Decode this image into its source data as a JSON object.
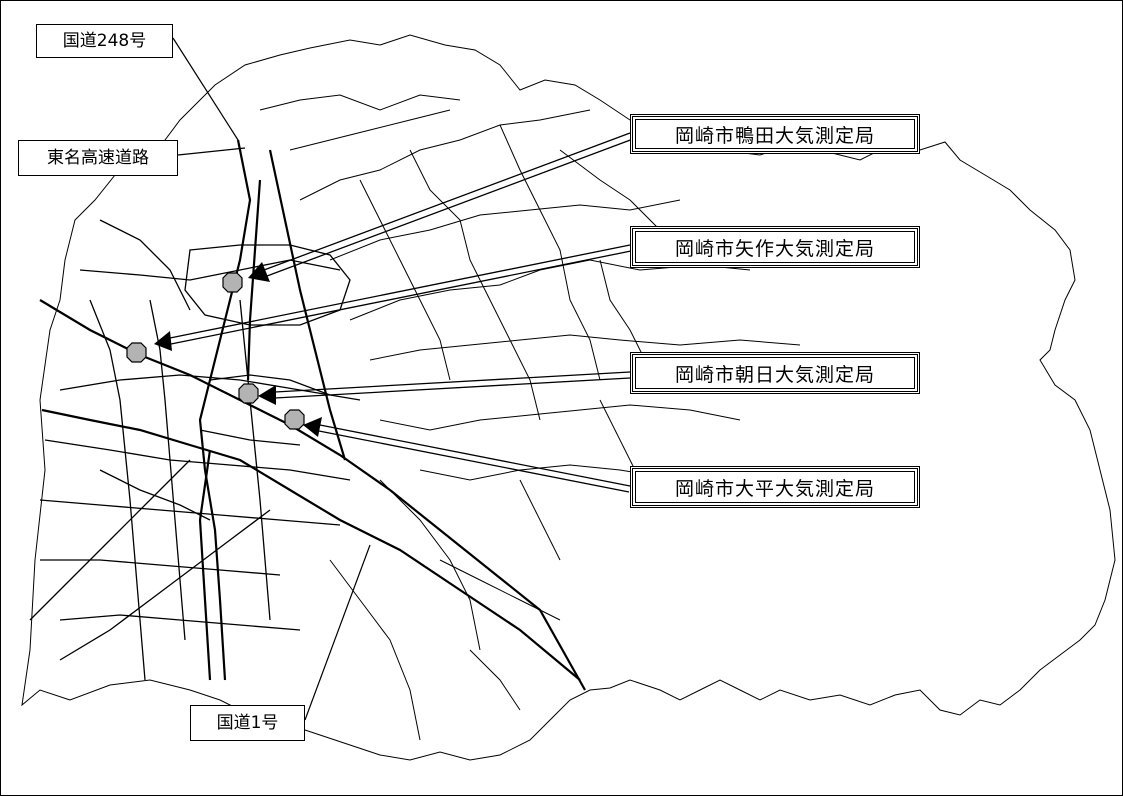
{
  "road_labels": {
    "route248": "国道248号",
    "tomei": "東名高速道路",
    "route1": "国道1号"
  },
  "stations": [
    {
      "id": "kamoda",
      "name": "岡崎市鴨田大気測定局"
    },
    {
      "id": "yahagi",
      "name": "岡崎市矢作大気測定局"
    },
    {
      "id": "asahi",
      "name": "岡崎市朝日大気測定局"
    },
    {
      "id": "ohira",
      "name": "岡崎市大平大気測定局"
    }
  ],
  "colors": {
    "line": "#000000",
    "station_marker": "#b3b3b3",
    "background": "#ffffff"
  }
}
